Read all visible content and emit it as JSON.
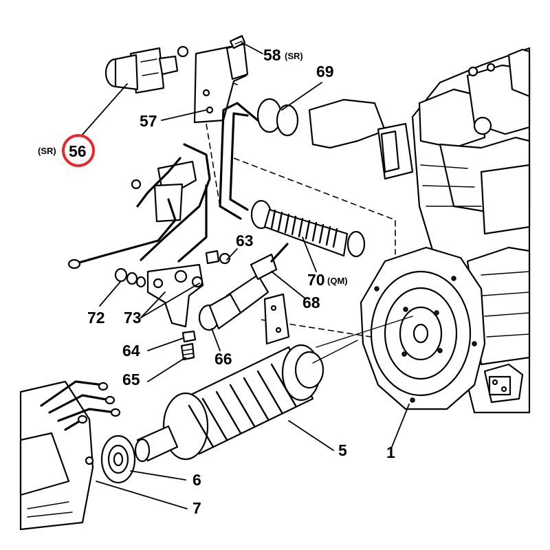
{
  "callouts": {
    "c58": {
      "number": "58",
      "suffix": "(SR)"
    },
    "c69": {
      "number": "69"
    },
    "c57": {
      "number": "57"
    },
    "c56": {
      "number": "56",
      "prefix": "(SR)",
      "highlighted": true
    },
    "c63": {
      "number": "63"
    },
    "c70": {
      "number": "70",
      "suffix": "(QM)"
    },
    "c68": {
      "number": "68"
    },
    "c72": {
      "number": "72"
    },
    "c73": {
      "number": "73"
    },
    "c64": {
      "number": "64"
    },
    "c66": {
      "number": "66"
    },
    "c65": {
      "number": "65"
    },
    "c5": {
      "number": "5"
    },
    "c1": {
      "number": "1"
    },
    "c6": {
      "number": "6"
    },
    "c7": {
      "number": "7"
    }
  },
  "colors": {
    "ink": "#000000",
    "background": "#ffffff",
    "highlight": "#e8282a"
  }
}
